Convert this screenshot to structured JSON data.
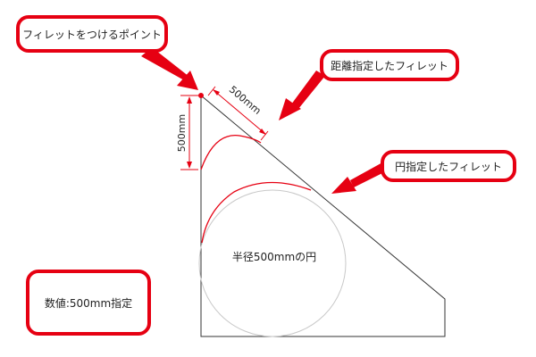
{
  "labels": {
    "fillet_point": "フィレットをつけるポイント",
    "distance_fillet": "距離指定したフィレット",
    "circle_fillet": "円指定したフィレット",
    "value_spec": "数値:500mm指定"
  },
  "dimensions": {
    "vertical": "500mm",
    "diagonal": "500mm"
  },
  "circle_label": "半径500mmの円",
  "colors": {
    "accent": "#e60012",
    "line": "#333333",
    "circle": "#c8c8c8"
  }
}
